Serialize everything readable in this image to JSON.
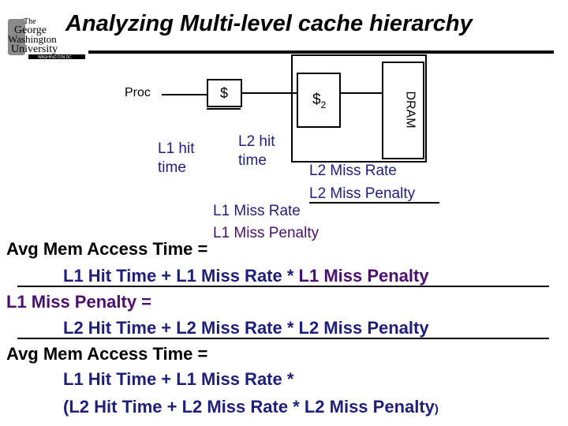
{
  "header": {
    "title": "Analyzing Multi-level cache hierarchy",
    "logo_text": [
      "The",
      "George",
      "Washington",
      "University",
      "WASHINGTON DC"
    ]
  },
  "diagram": {
    "proc_label": "Proc",
    "l1_label": "$",
    "l2_label": "$",
    "l2_subscript": "2",
    "dram_label": "DRAM",
    "l1_hit_line1": "L1 hit",
    "l1_hit_line2": "time",
    "l2_hit_line1": "L2 hit",
    "l2_hit_line2": "time",
    "l2_miss_rate": "L2 Miss Rate",
    "l2_miss_penalty": "L2 Miss Penalty",
    "l1_miss_rate": "L1 Miss Rate",
    "l1_miss_penalty": "L1 Miss Penalty"
  },
  "equations": {
    "e1_lhs": "Avg Mem Access Time =",
    "e1_a": "L1 Hit Time + L1 Miss Rate * ",
    "e1_b": "L1 Miss Penalty",
    "e2_lhs": "L1 Miss Penalty =",
    "e2_rhs": "L2 Hit Time + L2 Miss Rate * L2 Miss Penalty",
    "e3_lhs": "Avg Mem Access Time =",
    "e3_rhs1": "L1 Hit Time + L1 Miss Rate *",
    "e3_rhs2_a": "(L2 Hit Time +  L2 Miss Rate * L2 Miss Penalty",
    "e3_rhs2_b": ")"
  },
  "colors": {
    "navy": "#1f1f7a",
    "purple": "#4b0f6e"
  }
}
